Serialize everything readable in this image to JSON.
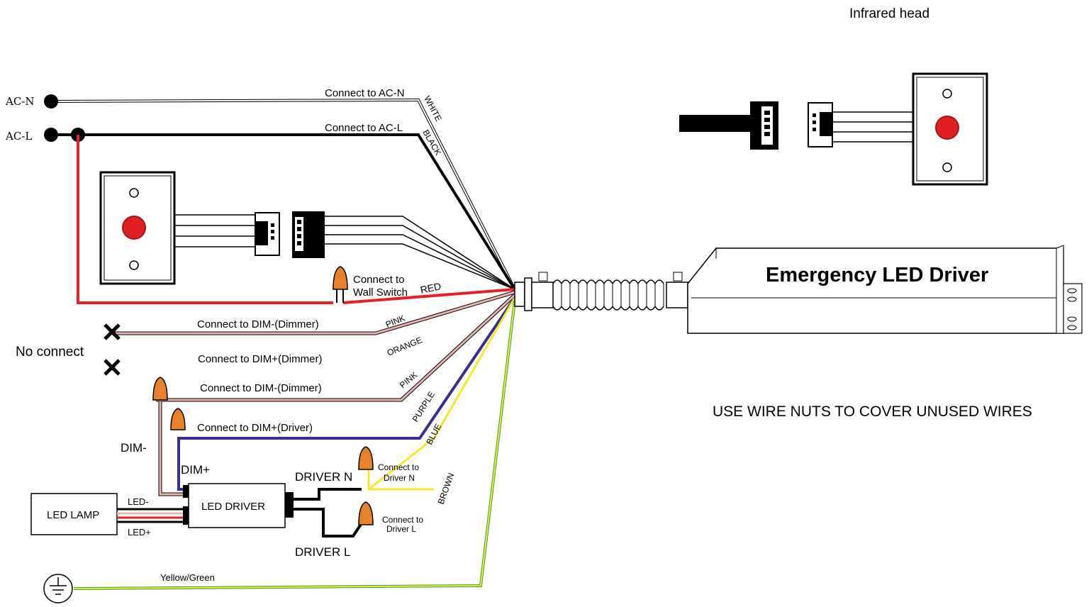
{
  "labels": {
    "infrared_head": "Infrared head",
    "ac_n": "AC-N",
    "ac_l": "AC-L",
    "connect_ac_n": "Connect to AC-N",
    "connect_ac_l": "Connect to AC-L",
    "white": "WHITE",
    "black": "BLACK",
    "connect_to": "Connect to",
    "wall_switch": "Wall Switch",
    "red": "RED",
    "dim_minus_dimmer_1": "Connect to DIM-(Dimmer)",
    "pink_1": "PINK",
    "no_connect": "No connect",
    "orange": "ORANGE",
    "dim_plus_dimmer": "Connect to DIM+(Dimmer)",
    "dim_minus_dimmer_2": "Connect to DIM-(Dimmer)",
    "pink_2": "PINK",
    "purple": "PURPLE",
    "dim_plus_driver": "Connect to DIM+(Driver)",
    "blue": "BLUE",
    "dim_minus": "DIM-",
    "dim_plus": "DIM+",
    "driver_n": "DRIVER N",
    "connect_driver_n_1": "Connect to",
    "connect_driver_n_2": "Driver N",
    "brown": "BROWN",
    "led_lamp": "LED LAMP",
    "led_driver": "LED DRIVER",
    "led_minus": "LED-",
    "led_plus": "LED+",
    "connect_driver_l_1": "Connect to",
    "connect_driver_l_2": "Driver L",
    "driver_l": "DRIVER L",
    "yellow_green": "Yellow/Green",
    "emergency_driver": "Emergency LED Driver",
    "note": "USE WIRE NUTS TO COVER UNUSED WIRES"
  },
  "colors": {
    "red_wire": "#e8202a",
    "pink_wire": "#e8b4b0",
    "purple_wire": "#3a2d8c",
    "yellow_wire": "#f4ea2a",
    "green_wire": "#3aa04a",
    "wire_nut": "#e8822a",
    "indicator": "#e02020"
  }
}
